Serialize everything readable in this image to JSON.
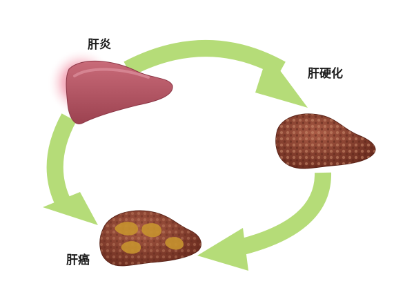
{
  "stages": [
    {
      "key": "hepatitis",
      "label": "肝炎"
    },
    {
      "key": "cirrhosis",
      "label": "肝硬化"
    },
    {
      "key": "cancer",
      "label": "肝癌"
    }
  ],
  "colors": {
    "arrow": "#b5dc78",
    "arrow_edge": "#9cc75d",
    "liver_healthy": "#b85a6a",
    "liver_inflamed_glow": "#e2375b",
    "liver_cirrhotic": "#8a3d2b",
    "liver_cancer": "#7a3524",
    "tumor": "#c7922f"
  },
  "icons": [
    "inflamed-liver-icon",
    "cirrhotic-liver-icon",
    "cancerous-liver-icon",
    "progression-arrow-icon"
  ]
}
